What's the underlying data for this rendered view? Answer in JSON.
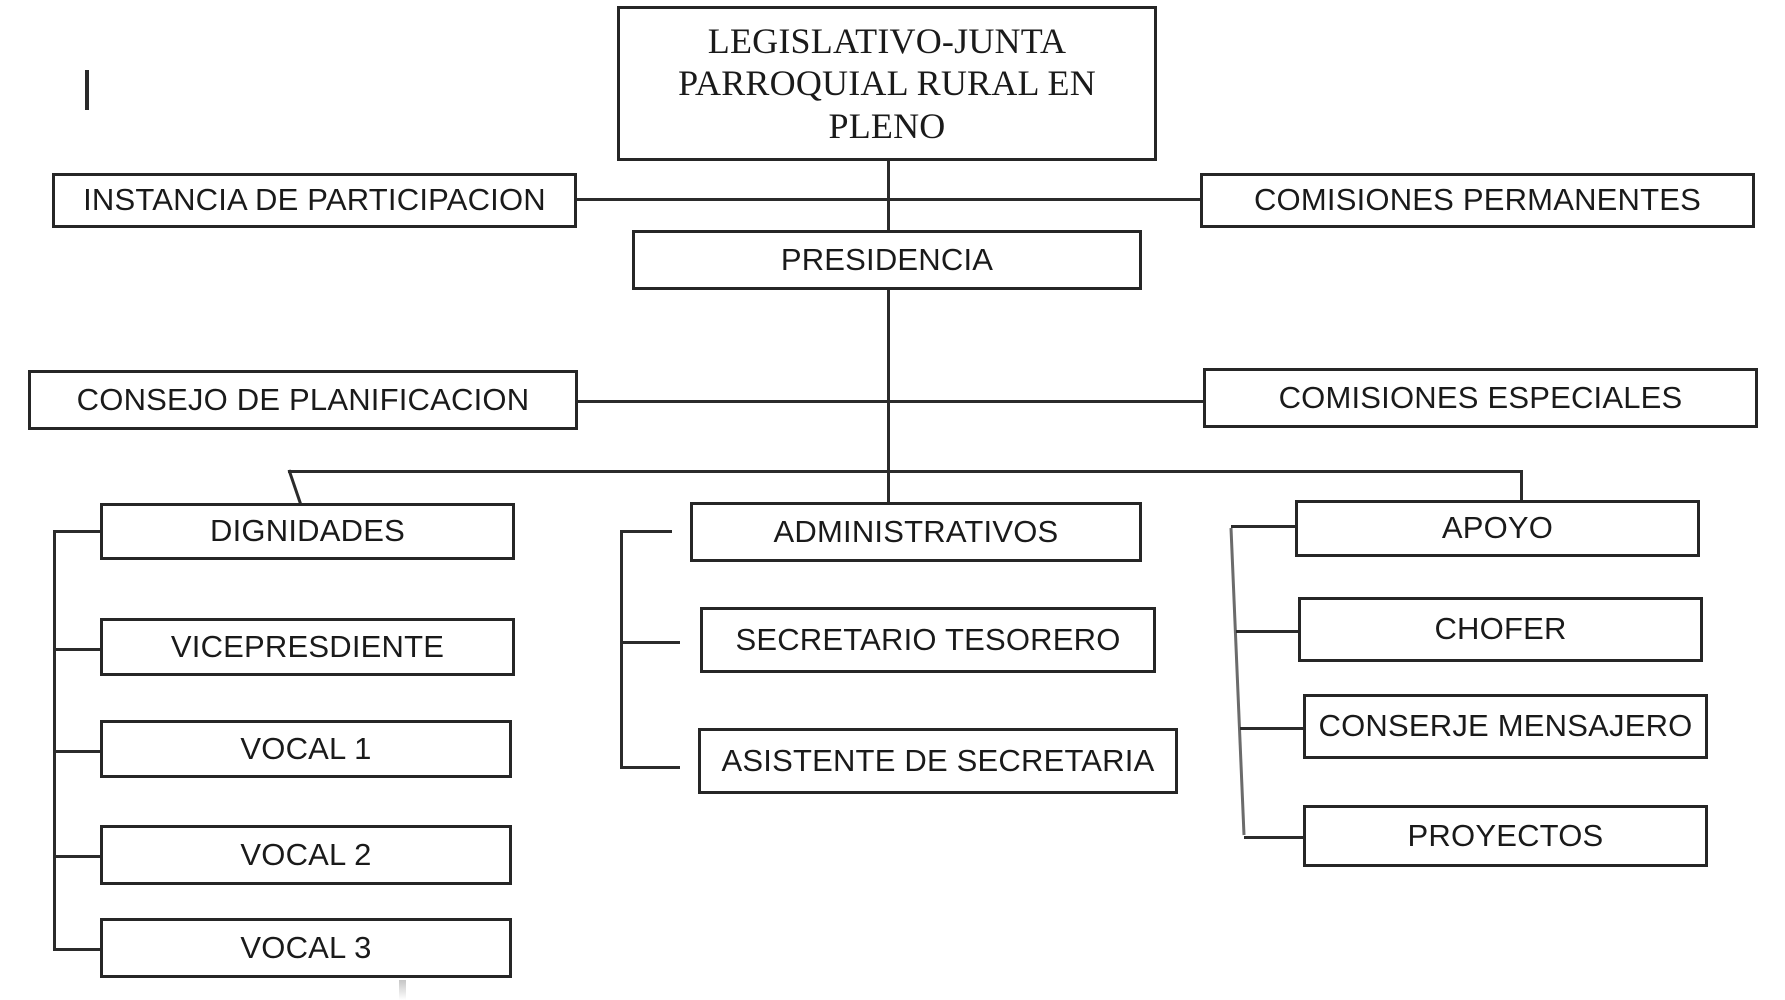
{
  "chart": {
    "title": "Organigrama Junta Parroquial Rural",
    "type": "org-chart",
    "background_color": "#ffffff",
    "border_color": "#262626",
    "line_color": "#2b2b2b",
    "text_color": "#1a1a1a"
  },
  "nodes": {
    "root": {
      "label": "LEGISLATIVO-JUNTA PARROQUIAL RURAL EN PLENO",
      "font": "serif"
    },
    "instancia": {
      "label": "INSTANCIA DE PARTICIPACION",
      "font": "sans"
    },
    "comisiones_permanentes": {
      "label": "COMISIONES PERMANENTES",
      "font": "sans"
    },
    "presidencia": {
      "label": "PRESIDENCIA",
      "font": "sans"
    },
    "consejo": {
      "label": "CONSEJO DE PLANIFICACION",
      "font": "sans"
    },
    "comisiones_especiales": {
      "label": "COMISIONES ESPECIALES",
      "font": "sans"
    },
    "dignidades": {
      "label": "DIGNIDADES",
      "font": "sans"
    },
    "vicepresidente": {
      "label": "VICEPRESDIENTE",
      "font": "sans"
    },
    "vocal1": {
      "label": "VOCAL 1",
      "font": "sans"
    },
    "vocal2": {
      "label": "VOCAL 2",
      "font": "sans"
    },
    "vocal3": {
      "label": "VOCAL 3",
      "font": "sans"
    },
    "administrativos": {
      "label": "ADMINISTRATIVOS",
      "font": "sans"
    },
    "secretario": {
      "label": "SECRETARIO TESORERO",
      "font": "sans"
    },
    "asistente": {
      "label": "ASISTENTE DE SECRETARIA",
      "font": "sans"
    },
    "apoyo": {
      "label": "APOYO",
      "font": "sans"
    },
    "chofer": {
      "label": "CHOFER",
      "font": "sans"
    },
    "conserje": {
      "label": "CONSERJE MENSAJERO",
      "font": "sans"
    },
    "proyectos": {
      "label": "PROYECTOS",
      "font": "sans"
    }
  },
  "hierarchy": {
    "root": "LEGISLATIVO-JUNTA PARROQUIAL RURAL EN PLENO",
    "staff_level_1": [
      "INSTANCIA DE PARTICIPACION",
      "COMISIONES PERMANENTES"
    ],
    "level_2": "PRESIDENCIA",
    "staff_level_2": [
      "CONSEJO DE PLANIFICACION",
      "COMISIONES ESPECIALES"
    ],
    "branches": [
      {
        "head": "DIGNIDADES",
        "members": [
          "VICEPRESDIENTE",
          "VOCAL 1",
          "VOCAL 2",
          "VOCAL 3"
        ]
      },
      {
        "head": "ADMINISTRATIVOS",
        "members": [
          "SECRETARIO TESORERO",
          "ASISTENTE DE SECRETARIA"
        ]
      },
      {
        "head": "APOYO",
        "members": [
          "CHOFER",
          "CONSERJE MENSAJERO",
          "PROYECTOS"
        ]
      }
    ]
  }
}
